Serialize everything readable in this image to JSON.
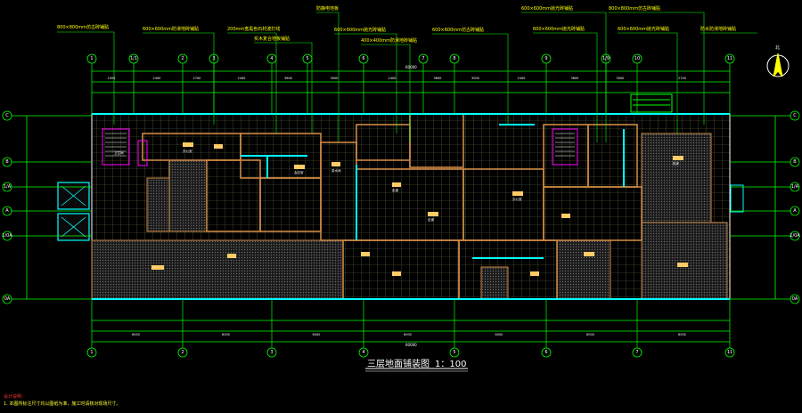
{
  "drawing": {
    "title": "三层地面铺装图",
    "scale": "1：100",
    "notes_heading": "设计说明：",
    "notes_line": "1. 本图所标注尺寸均以图纸为准，施工时请核对现场尺寸。",
    "overall_dimension": "60000",
    "north_label": "北"
  },
  "callouts": [
    "800×800mm仿古砖铺贴",
    "600×600mm防滑地砖铺贴",
    "200mm宽黑色石材波打线",
    "实木复合地板铺贴",
    "防静电地板",
    "600×600mm抛光砖铺贴",
    "400×400mm防滑地砖铺贴",
    "600×600mm仿古砖铺贴",
    "600×600mm抛光砖铺贴",
    "600×600mm抛光砖铺贴",
    "800×800mm仿古砖铺贴",
    "600×600mm抛光砖铺贴",
    "防水防滑地砖铺贴"
  ],
  "axes": {
    "columns": [
      "1",
      "1/1",
      "2",
      "3",
      "4",
      "5",
      "6",
      "7",
      "8",
      "9",
      "1/9",
      "10",
      "11"
    ],
    "rows": [
      "C",
      "B",
      "1/A",
      "A",
      "1/0A",
      "0A"
    ]
  },
  "dimensions": {
    "top_row": [
      "1500",
      "2400",
      "2700",
      "2400",
      "3600",
      "3000",
      "2400",
      "3600",
      "3000",
      "2400",
      "3600",
      "3000",
      "2700"
    ],
    "bottom_row": [
      "6000",
      "6000",
      "6000",
      "6000",
      "6000",
      "6000",
      "6000",
      "6000",
      "6000",
      "6000"
    ],
    "room_labels": [
      "卫生间",
      "办公室",
      "会议室",
      "茶水间",
      "走道",
      "走道",
      "办公室",
      "机房"
    ]
  },
  "colors": {
    "axis_line": "#00ff00",
    "callout_line": "#00ff00",
    "callout_text": "#ffff00",
    "wall": "#cc8844",
    "cyan_wall": "#00ffff",
    "magenta": "#ff00ff",
    "grid": "#55553a",
    "hatch": "#4d4d4d"
  }
}
